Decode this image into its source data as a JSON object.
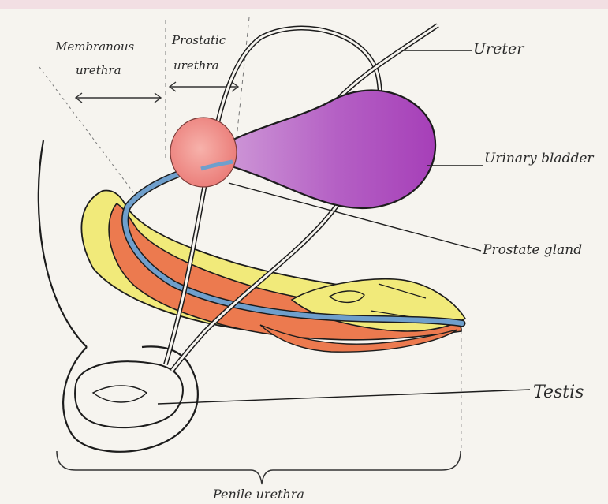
{
  "diagram": {
    "labels": {
      "membranous": [
        "Membranous",
        "urethra"
      ],
      "prostatic": [
        "Prostatic",
        "urethra"
      ],
      "ureter": "Ureter",
      "bladder": "Urinary bladder",
      "prostate": "Prostate gland",
      "testis": "Testis",
      "penile": "Penile urethra"
    },
    "colors": {
      "paper": "#f6f4ef",
      "bladder": "#a63fb8",
      "prostate": "#ee8a86",
      "urethra_blue": "#6f9fcc",
      "erectile_orange": "#ec7a4f",
      "erectile_yellow": "#f1ea7a",
      "watermark": "#f2dfe3"
    }
  }
}
